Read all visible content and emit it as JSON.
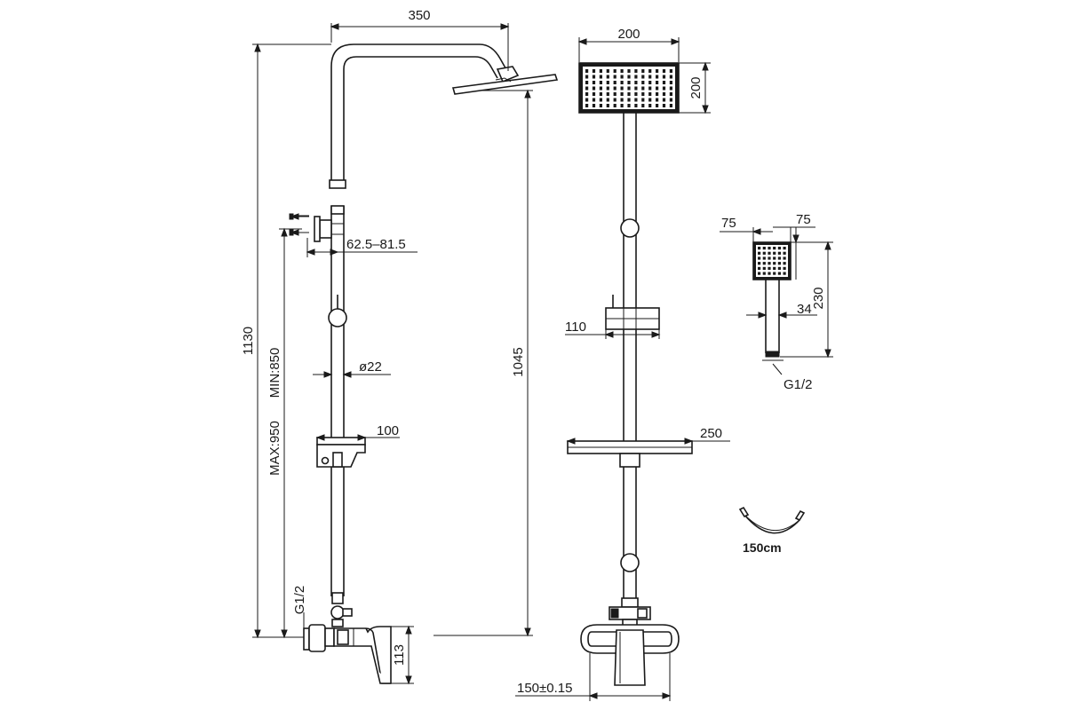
{
  "dimensions": {
    "side_arm_width": "350",
    "side_total_height": "1130",
    "side_bracket_range": "62.5–81.5",
    "side_min_height": "MIN:850",
    "side_max_height": "MAX:950",
    "side_pipe_diameter": "ø22",
    "side_holder_width": "100",
    "side_inlet_thread": "G1/2",
    "side_valve_height": "113",
    "side_head_height": "1045",
    "front_head_width": "200",
    "front_head_depth": "200",
    "front_holder_width": "110",
    "front_shelf_width": "250",
    "front_centers": "150±0.15",
    "hand_width_a": "75",
    "hand_width_b": "75",
    "hand_length": "230",
    "hand_grip": "34",
    "hand_thread": "G1/2",
    "hose_length": "150cm"
  },
  "colors": {
    "line": "#1a1a1a",
    "background": "#ffffff"
  }
}
